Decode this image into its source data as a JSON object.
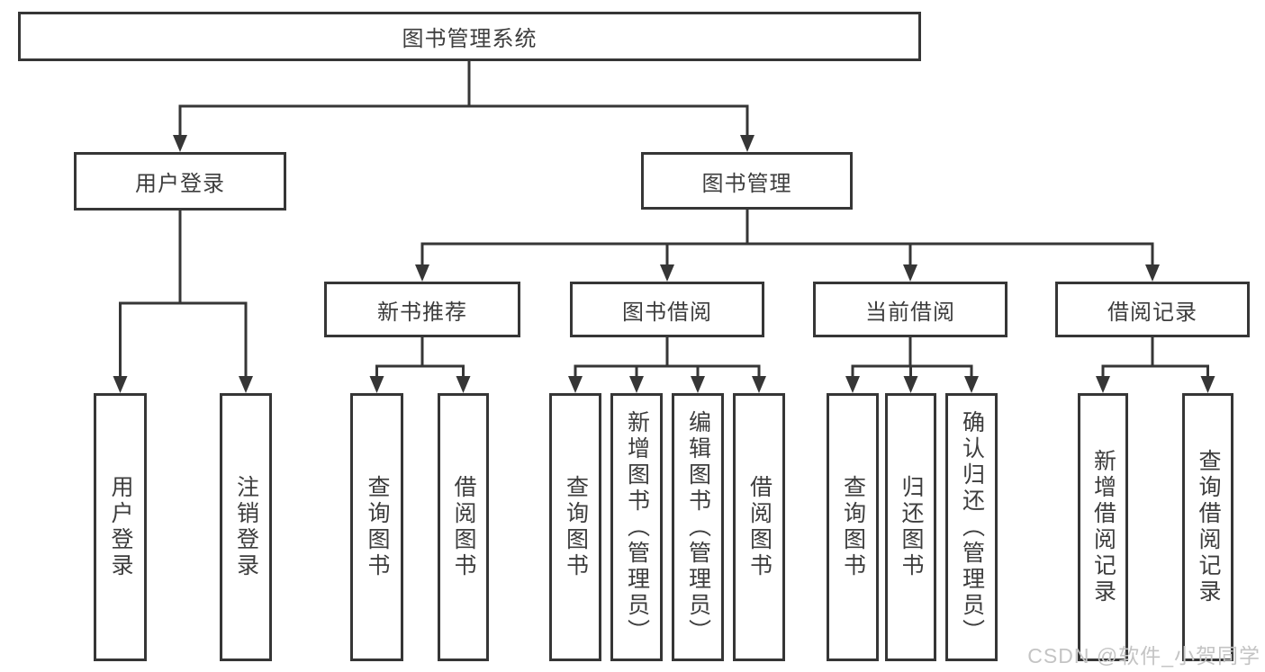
{
  "diagram_title": "图书管理系统",
  "watermark": "CSDN @软件_小贺同学",
  "colors": {
    "line": "#363636",
    "box_border": "#363636",
    "box_background": "#ffffff",
    "text": "#3d3d3d",
    "watermark_text": "#c4c4c4",
    "page_background": "#ffffff"
  },
  "nodes": {
    "root": "图书管理系统",
    "level2": [
      "用户登录",
      "图书管理"
    ],
    "level3": [
      "新书推荐",
      "图书借阅",
      "当前借阅",
      "借阅记录"
    ],
    "leaves": [
      "用户登录",
      "注销登录",
      "查询图书",
      "借阅图书",
      "查询图书",
      "新增图书（管理员）",
      "编辑图书（管理员）",
      "借阅图书",
      "查询图书",
      "归还图书",
      "确认归还（管理员）",
      "新增借阅记录",
      "查询借阅记录"
    ]
  },
  "hierarchy": {
    "图书管理系统": {
      "用户登录": [
        "用户登录",
        "注销登录"
      ],
      "图书管理": {
        "新书推荐": [
          "查询图书",
          "借阅图书"
        ],
        "图书借阅": [
          "查询图书",
          "新增图书（管理员）",
          "编辑图书（管理员）",
          "借阅图书"
        ],
        "当前借阅": [
          "查询图书",
          "归还图书",
          "确认归还（管理员）"
        ],
        "借阅记录": [
          "新增借阅记录",
          "查询借阅记录"
        ]
      }
    }
  }
}
